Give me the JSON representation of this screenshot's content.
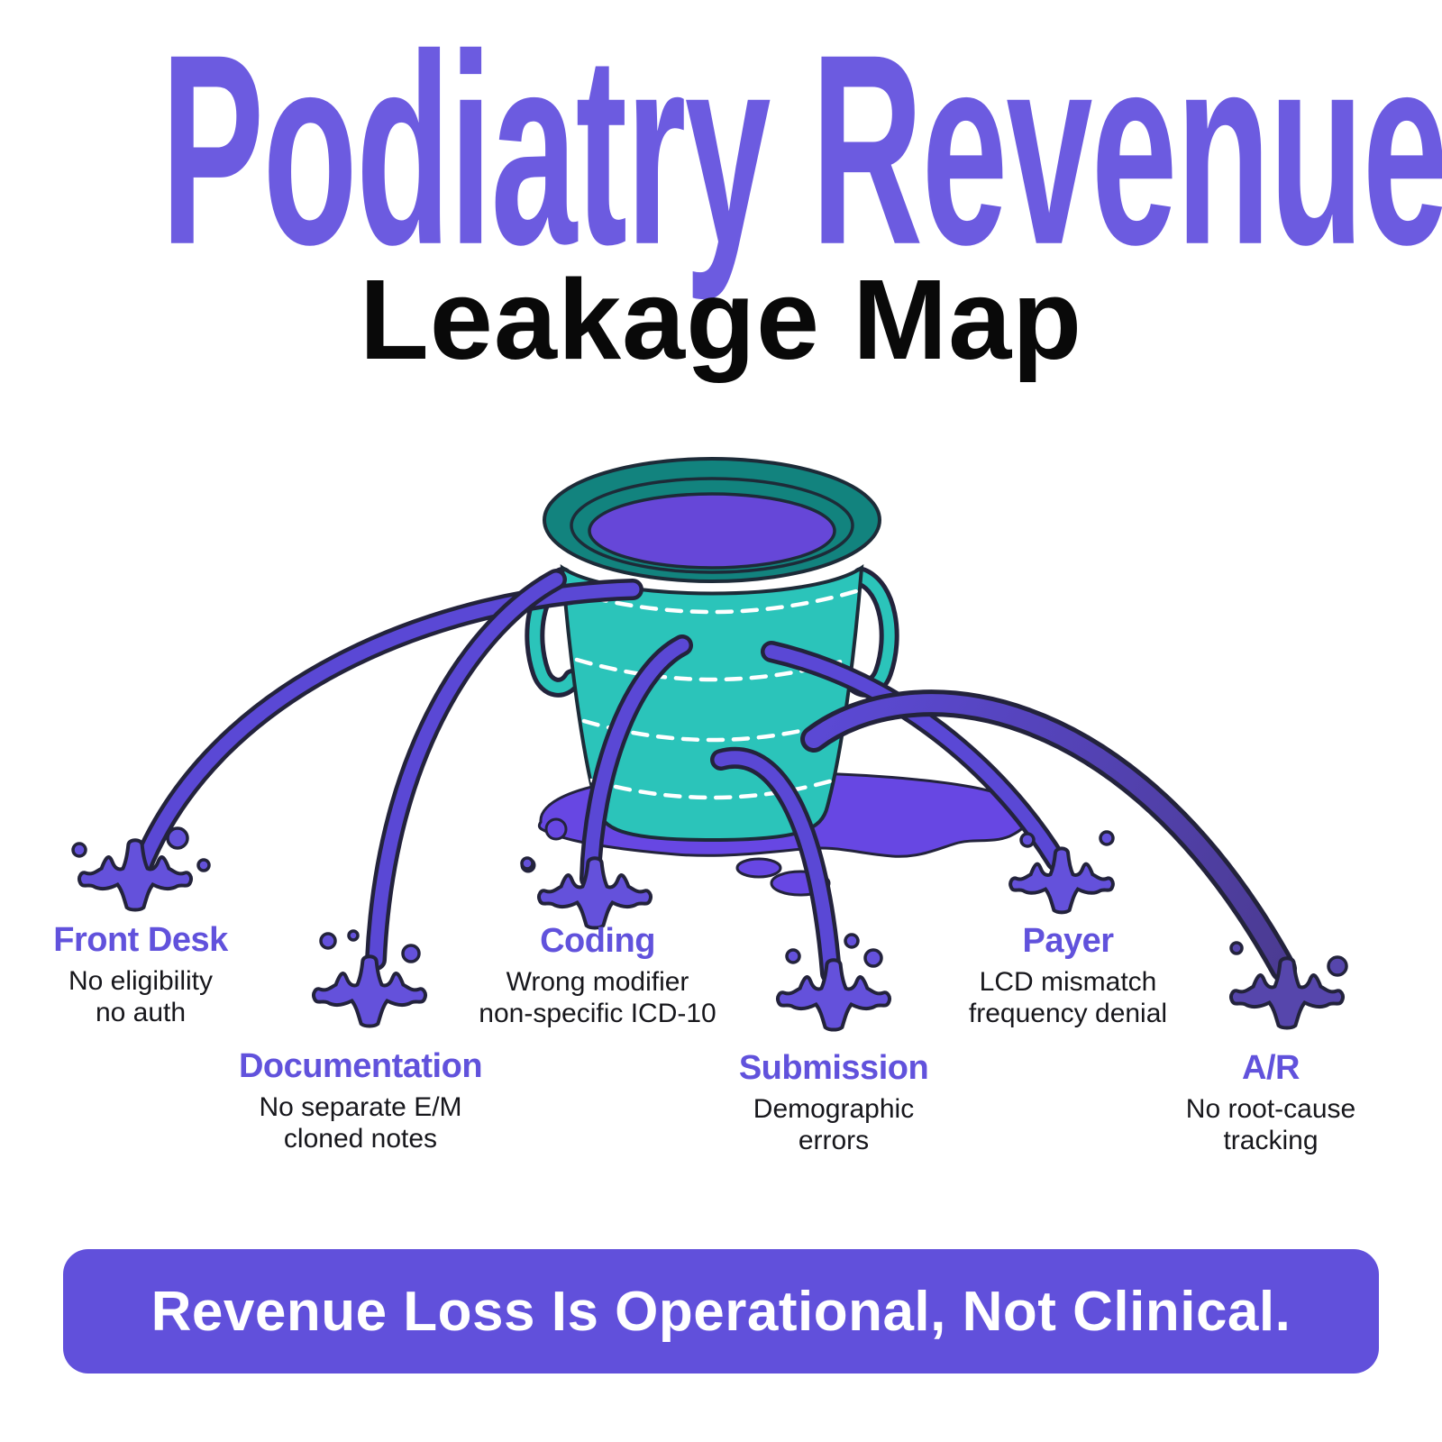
{
  "header": {
    "title": "Podiatry Revenue",
    "subtitle": "Leakage Map"
  },
  "leaks": [
    {
      "label": "Front Desk",
      "line1": "No eligibility",
      "line2": "no auth"
    },
    {
      "label": "Documentation",
      "line1": "No separate E/M",
      "line2": "cloned notes"
    },
    {
      "label": "Coding",
      "line1": "Wrong modifier",
      "line2": "non-specific ICD-10"
    },
    {
      "label": "Submission",
      "line1": "Demographic",
      "line2": "errors"
    },
    {
      "label": "Payer",
      "line1": "LCD mismatch",
      "line2": "frequency denial"
    },
    {
      "label": "A/R",
      "line1": "No root-cause",
      "line2": "tracking"
    }
  ],
  "footer": {
    "banner": "Revenue Loss Is Operational, Not Clinical."
  },
  "icons": [
    "bucket-icon",
    "leak-stream-icon",
    "splash-icon",
    "puddle-icon"
  ],
  "colors": {
    "title_purple": "#6C5BE0",
    "label_purple": "#6152DC",
    "banner_bg": "#6150DB",
    "banner_text": "#FFFFFF",
    "bucket_body_teal": "#2BC4BA",
    "bucket_rim_teal": "#12837E",
    "liquid_purple": "#6647D8",
    "stream_purple": "#5A48D5",
    "stream_dark_purple": "#4B3B92",
    "splash_purple": "#6451DB",
    "puddle_purple": "#6747E3",
    "outline_dark": "#23233C",
    "text_dark": "#17171C"
  }
}
